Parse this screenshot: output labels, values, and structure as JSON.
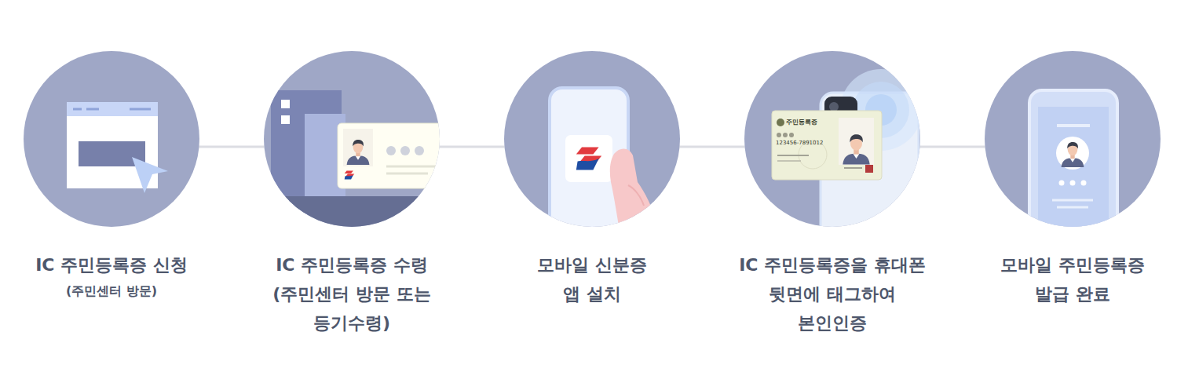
{
  "diagram": {
    "nodes": [
      {
        "text": [
          "IC 주민등록증 신청",
          "(주민센터 방문)"
        ]
      },
      {
        "text": [
          "IC 주민등록증 수령 (주민센터 방문 또는 등기수령)"
        ]
      },
      {
        "text": [
          "모바일 신분증 앱 설치"
        ]
      },
      {
        "text": [
          "IC 주민등록증을 휴대폰 뒷면에 태그하여 본인인증"
        ]
      },
      {
        "text": [
          "모바일 주민등록증 발급 완료"
        ]
      }
    ],
    "edges": [
      {
        "from": 0,
        "to": 1,
        "arrow": "none"
      },
      {
        "from": 1,
        "to": 2,
        "arrow": "none"
      },
      {
        "from": 2,
        "to": 3,
        "arrow": "none"
      },
      {
        "from": 3,
        "to": 4,
        "arrow": "none"
      }
    ],
    "labels": [
      "주민등록증",
      "123456-7891012"
    ]
  }
}
